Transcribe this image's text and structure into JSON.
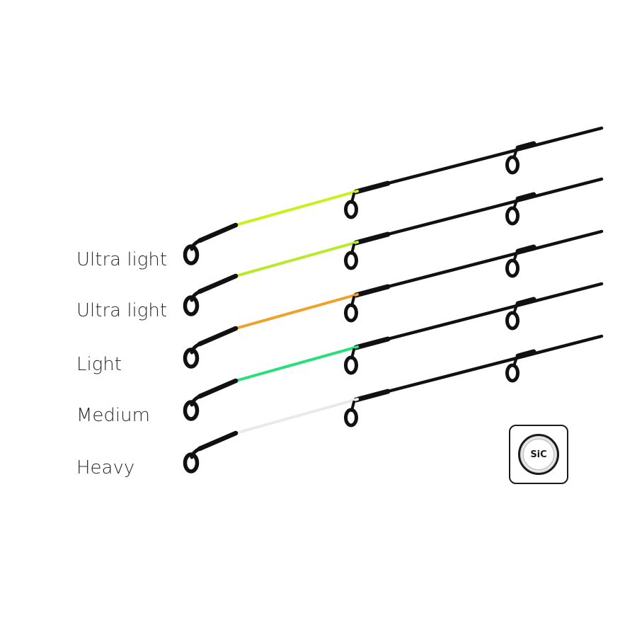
{
  "rods": [
    {
      "label": "Ultra light",
      "tip_color": "#c6f21a",
      "rod_color": "#111111"
    },
    {
      "label": "Ultra light",
      "tip_color": "#b8ea2a",
      "rod_color": "#111111"
    },
    {
      "label": "Light",
      "tip_color": "#f0a12a",
      "rod_color": "#111111"
    },
    {
      "label": "Medium",
      "tip_color": "#27e07a",
      "rod_color": "#111111"
    },
    {
      "label": "Heavy",
      "tip_color": "#e9e9e9",
      "rod_color": "#111111"
    }
  ],
  "badge": {
    "text": "SiC",
    "icon": "sic-guide-ring-icon"
  },
  "colors": {
    "background": "#ffffff",
    "label_text": "#2a2a2a",
    "outline": "#1a1a1a"
  }
}
